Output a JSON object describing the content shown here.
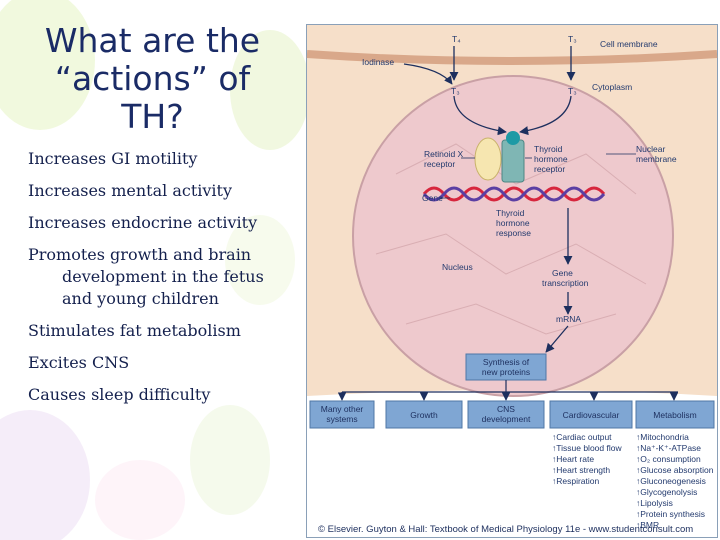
{
  "slide": {
    "title": "What are the “actions” of TH?",
    "bullets": [
      {
        "line1": "Increases GI motility"
      },
      {
        "line1": "Increases mental activity"
      },
      {
        "line1": "Increases endocrine activity"
      },
      {
        "line1": "Promotes growth and brain",
        "line2": "development in the fetus",
        "line3": "and young children"
      },
      {
        "line1": "Stimulates fat metabolism"
      },
      {
        "line1": "Excites CNS"
      },
      {
        "line1": "Causes sleep difficulty"
      }
    ]
  },
  "figure": {
    "labels": {
      "t4": "T₄",
      "t3_top": "T₃",
      "t3_left": "T₃",
      "t3_right": "T₃",
      "cell_membrane": "Cell membrane",
      "iodinase": "Iodinase",
      "cytoplasm": "Cytoplasm",
      "retinoid_1": "Retinoid X",
      "retinoid_2": "receptor",
      "thyroid_receptor_1": "Thyroid",
      "thyroid_receptor_2": "hormone",
      "thyroid_receptor_3": "receptor",
      "nuclear_membrane_1": "Nuclear",
      "nuclear_membrane_2": "membrane",
      "gene": "Gene",
      "response_1": "Thyroid",
      "response_2": "hormone",
      "response_3": "response",
      "nucleus": "Nucleus",
      "gene_transcription_1": "Gene",
      "gene_transcription_2": "transcription",
      "mrna": "mRNA",
      "synthesis_1": "Synthesis of",
      "synthesis_2": "new proteins"
    },
    "boxes": [
      {
        "line1": "Many other",
        "line2": "systems"
      },
      {
        "line1": "Growth",
        "line2": ""
      },
      {
        "line1": "CNS",
        "line2": "development"
      },
      {
        "line1": "Cardiovascular",
        "line2": ""
      },
      {
        "line1": "Metabolism",
        "line2": ""
      }
    ],
    "cardiovascular_effects": [
      "↑Cardiac output",
      "↑Tissue blood flow",
      "↑Heart rate",
      "↑Heart strength",
      "↑Respiration"
    ],
    "metabolism_effects": [
      "↑Mitochondria",
      "↑Na⁺-K⁺-ATPase",
      "↑O₂ consumption",
      "↑Glucose absorption",
      "↑Gluconeogenesis",
      "↑Glycogenolysis",
      "↑Lipolysis",
      "↑Protein synthesis",
      "↑BMR"
    ],
    "credit": "© Elsevier. Guyton & Hall: Textbook of Medical Physiology 11e - www.studentconsult.com"
  },
  "colors": {
    "title": "#1a2b66",
    "cell_fill": "#f6dfc9",
    "nucleus_fill": "#eec9cd",
    "box_fill": "#7fa6d3",
    "receptor_teal": "#7fb6b4",
    "retinoid_yellow": "#f6e6b0",
    "dna_red": "#d7263d",
    "dna_purple": "#5b3fa3"
  }
}
